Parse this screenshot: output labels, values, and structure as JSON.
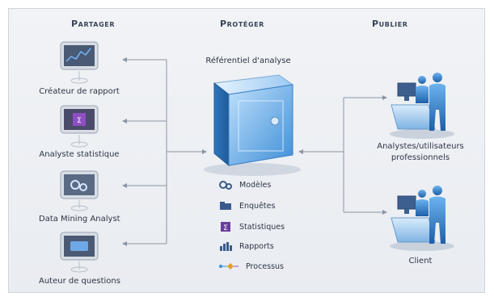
{
  "headers": {
    "share": "Partager",
    "protect": "Protéger",
    "publish": "Publier"
  },
  "left_items": [
    {
      "label": "Créateur de rapport",
      "icon": "report-chart-icon"
    },
    {
      "label": "Analyste statistique",
      "icon": "statistics-icon"
    },
    {
      "label": "Data Mining Analyst",
      "icon": "data-mining-icon"
    },
    {
      "label": "Auteur de questions",
      "icon": "question-author-icon"
    }
  ],
  "center": {
    "repository_label": "Référentiel d'analyse",
    "repository_icon": "vault-safe-icon",
    "legend": [
      {
        "label": "Modèles",
        "icon": "gears-icon"
      },
      {
        "label": "Enquêtes",
        "icon": "folder-icon"
      },
      {
        "label": "Statistiques",
        "icon": "stats-icon"
      },
      {
        "label": "Rapports",
        "icon": "bar-chart-icon"
      },
      {
        "label": "Processus",
        "icon": "process-flow-icon"
      }
    ]
  },
  "right_items": [
    {
      "label_line1": "Analystes/utilisateurs",
      "label_line2": "professionnels",
      "icon": "users-at-desk-icon"
    },
    {
      "label_line1": "Client",
      "label_line2": "",
      "icon": "users-at-desk-icon"
    }
  ],
  "colors": {
    "connector": "#8c95a3",
    "accent_blue": "#3a8fd6",
    "header_text": "#3a4356",
    "text": "#2e3544"
  }
}
